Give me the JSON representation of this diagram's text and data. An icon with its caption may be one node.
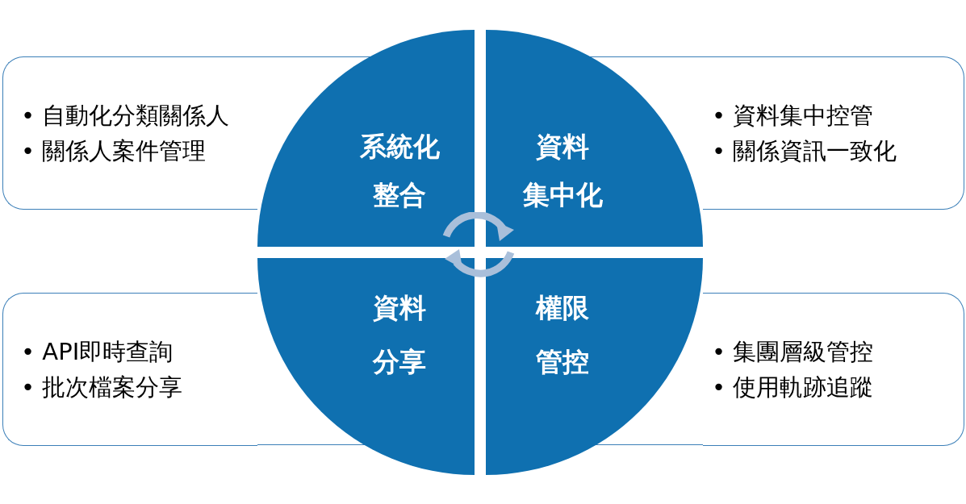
{
  "diagram": {
    "nodes": [
      {
        "text": [
          "• 自動化分類關係人",
          "• 關係人案件管理"
        ]
      },
      {
        "text": [
          "系統化",
          "整合"
        ]
      },
      {
        "text": [
          "資料",
          "集中化"
        ]
      },
      {
        "text": [
          "• 資料集中控管",
          "• 關係資訊一致化"
        ]
      },
      {
        "text": [
          "• API即時查詢",
          "• 批次檔案分享"
        ]
      },
      {
        "text": [
          "資料",
          "分享"
        ]
      },
      {
        "text": [
          "權限",
          "管控"
        ]
      },
      {
        "text": [
          "• 集團層級管控",
          "• 使用軌跡追蹤"
        ]
      }
    ]
  }
}
